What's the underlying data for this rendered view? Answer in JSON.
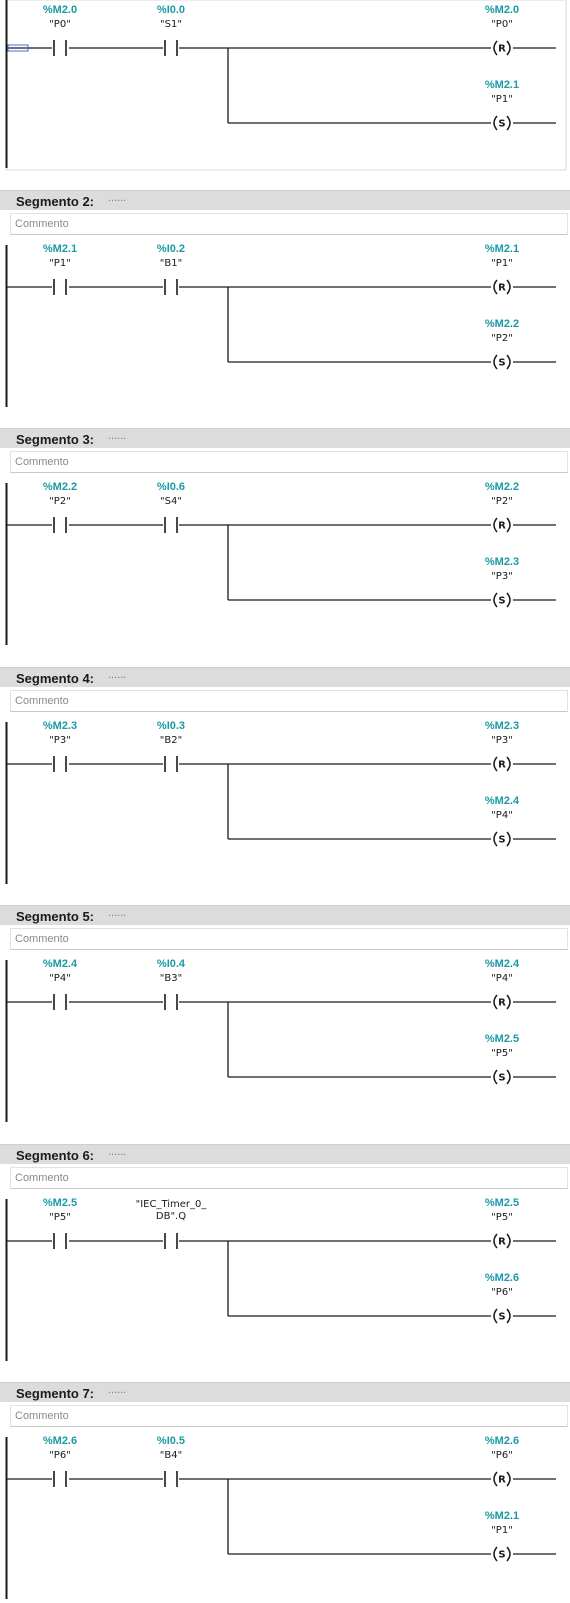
{
  "networks": [
    {
      "contacts": [
        {
          "addr": "%M2.0",
          "sym": [
            "\"P0\""
          ]
        },
        {
          "addr": "%I0.0",
          "sym": [
            "\"S1\""
          ]
        }
      ],
      "coils": [
        {
          "addr": "%M2.0",
          "sym": "\"P0\"",
          "type": "R"
        },
        {
          "addr": "%M2.1",
          "sym": "\"P1\"",
          "type": "S"
        }
      ]
    },
    {
      "title": "Segmento 2:",
      "dots": "......",
      "comment": "Commento",
      "contacts": [
        {
          "addr": "%M2.1",
          "sym": [
            "\"P1\""
          ]
        },
        {
          "addr": "%I0.2",
          "sym": [
            "\"B1\""
          ]
        }
      ],
      "coils": [
        {
          "addr": "%M2.1",
          "sym": "\"P1\"",
          "type": "R"
        },
        {
          "addr": "%M2.2",
          "sym": "\"P2\"",
          "type": "S"
        }
      ]
    },
    {
      "title": "Segmento 3:",
      "dots": "......",
      "comment": "Commento",
      "contacts": [
        {
          "addr": "%M2.2",
          "sym": [
            "\"P2\""
          ]
        },
        {
          "addr": "%I0.6",
          "sym": [
            "\"S4\""
          ]
        }
      ],
      "coils": [
        {
          "addr": "%M2.2",
          "sym": "\"P2\"",
          "type": "R"
        },
        {
          "addr": "%M2.3",
          "sym": "\"P3\"",
          "type": "S"
        }
      ]
    },
    {
      "title": "Segmento 4:",
      "dots": "......",
      "comment": "Commento",
      "contacts": [
        {
          "addr": "%M2.3",
          "sym": [
            "\"P3\""
          ]
        },
        {
          "addr": "%I0.3",
          "sym": [
            "\"B2\""
          ]
        }
      ],
      "coils": [
        {
          "addr": "%M2.3",
          "sym": "\"P3\"",
          "type": "R"
        },
        {
          "addr": "%M2.4",
          "sym": "\"P4\"",
          "type": "S"
        }
      ]
    },
    {
      "title": "Segmento 5:",
      "dots": "......",
      "comment": "Commento",
      "contacts": [
        {
          "addr": "%M2.4",
          "sym": [
            "\"P4\""
          ]
        },
        {
          "addr": "%I0.4",
          "sym": [
            "\"B3\""
          ]
        }
      ],
      "coils": [
        {
          "addr": "%M2.4",
          "sym": "\"P4\"",
          "type": "R"
        },
        {
          "addr": "%M2.5",
          "sym": "\"P5\"",
          "type": "S"
        }
      ]
    },
    {
      "title": "Segmento 6:",
      "dots": "......",
      "comment": "Commento",
      "contacts": [
        {
          "addr": "%M2.5",
          "sym": [
            "\"P5\""
          ]
        },
        {
          "addr": "",
          "sym": [
            "\"IEC_Timer_0_",
            "DB\".Q"
          ]
        }
      ],
      "coils": [
        {
          "addr": "%M2.5",
          "sym": "\"P5\"",
          "type": "R"
        },
        {
          "addr": "%M2.6",
          "sym": "\"P6\"",
          "type": "S"
        }
      ]
    },
    {
      "title": "Segmento 7:",
      "dots": "......",
      "comment": "Commento",
      "contacts": [
        {
          "addr": "%M2.6",
          "sym": [
            "\"P6\""
          ]
        },
        {
          "addr": "%I0.5",
          "sym": [
            "\"B4\""
          ]
        }
      ],
      "coils": [
        {
          "addr": "%M2.6",
          "sym": "\"P6\"",
          "type": "R"
        },
        {
          "addr": "%M2.1",
          "sym": "\"P1\"",
          "type": "S"
        }
      ]
    }
  ],
  "colors": {
    "address": "#1a9aa5",
    "wire": "#1a1a1a",
    "header": "#dcdcdc"
  }
}
